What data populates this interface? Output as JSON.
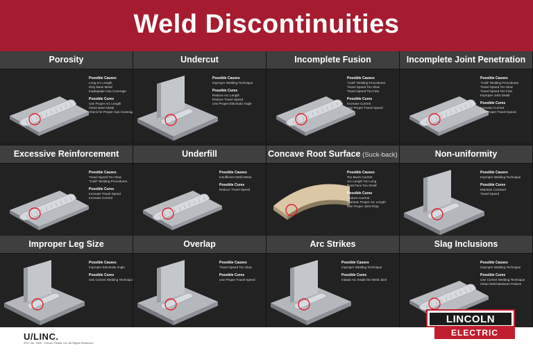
{
  "title": "Weld Discontinuities",
  "colors": {
    "brand_red": "#a51c30",
    "panel_dark": "#222222",
    "title_bar": "#3f3f3f",
    "marker_red": "#e0202c"
  },
  "cells": [
    {
      "title": "Porosity",
      "subtitle": "",
      "illustration": "plate-bead-icon",
      "causes_label": "Possible Causes",
      "causes": [
        "Long Arc Length",
        "Dirty Base Metal",
        "Inadequate Gas Coverage"
      ],
      "cures_label": "Possible Cures",
      "cures": [
        "Use Proper Arc Length",
        "Clean Base Metal",
        "Check for Proper Gas Coverage"
      ]
    },
    {
      "title": "Undercut",
      "subtitle": "",
      "illustration": "fillet-joint-icon",
      "causes_label": "Possible Causes",
      "causes": [
        "Improper Welding Technique"
      ],
      "cures_label": "Possible Cures",
      "cures": [
        "Reduce Arc Length",
        "Reduce Travel Speed",
        "Use Proper Electrode Angle"
      ]
    },
    {
      "title": "Incomplete Fusion",
      "subtitle": "",
      "illustration": "plate-bead-icon",
      "causes_label": "Possible Causes",
      "causes": [
        "\"Cold\" Welding Procedures",
        "Travel Speed Too Slow",
        "Travel Speed Too Fast"
      ],
      "cures_label": "Possible Cures",
      "cures": [
        "Increase Current",
        "Use Proper Travel Speed"
      ]
    },
    {
      "title": "Incomplete Joint Penetration",
      "subtitle": "",
      "illustration": "plate-bead-icon",
      "causes_label": "Possible Causes",
      "causes": [
        "\"Cold\" Welding Procedures",
        "Travel Speed Too Slow",
        "Travel Speed Too Fast",
        "Improper Joint Detail"
      ],
      "cures_label": "Possible Cures",
      "cures": [
        "Increase Current",
        "Use Proper Travel Speed"
      ]
    },
    {
      "title": "Excessive Reinforcement",
      "subtitle": "",
      "illustration": "plate-bead-icon",
      "causes_label": "Possible Causes",
      "causes": [
        "Travel Speed Too Slow",
        "\"Cold\" Welding Procedures"
      ],
      "cures_label": "Possible Cures",
      "cures": [
        "Increase Travel Speed",
        "Increase Current"
      ]
    },
    {
      "title": "Underfill",
      "subtitle": "",
      "illustration": "plate-bead-icon",
      "causes_label": "Possible Causes",
      "causes": [
        "Insufficient Weld Metal"
      ],
      "cures_label": "Possible Cures",
      "cures": [
        "Reduce Travel Speed"
      ]
    },
    {
      "title": "Concave Root Surface",
      "subtitle": "(Suck-back)",
      "illustration": "pipe-root-icon",
      "causes_label": "Possible Causes",
      "causes": [
        "Too Much Current",
        "Arc Length Too Long",
        "Root Face Too Small"
      ],
      "cures_label": "Possible Cures",
      "cures": [
        "Reduce Current",
        "Maintain Proper Arc Length",
        "Use Proper Joint Fitup"
      ]
    },
    {
      "title": "Non-uniformity",
      "subtitle": "",
      "illustration": "fillet-joint-icon",
      "causes_label": "Possible Causes",
      "causes": [
        "Improper Welding Technique"
      ],
      "cures_label": "Possible Cures",
      "cures": [
        "Maintain Constant",
        "Travel Speed"
      ]
    },
    {
      "title": "Improper Leg Size",
      "subtitle": "",
      "illustration": "fillet-joint-icon",
      "causes_label": "Possible Causes",
      "causes": [
        "Improper Electrode Angle"
      ],
      "cures_label": "Possible Cures",
      "cures": [
        "Use Correct Welding Technique"
      ]
    },
    {
      "title": "Overlap",
      "subtitle": "",
      "illustration": "fillet-joint-icon",
      "causes_label": "Possible Causes",
      "causes": [
        "Travel Speed Too Slow"
      ],
      "cures_label": "Possible Cures",
      "cures": [
        "Use Proper Travel Speed"
      ]
    },
    {
      "title": "Arc Strikes",
      "subtitle": "",
      "illustration": "fillet-joint-icon",
      "causes_label": "Possible Causes",
      "causes": [
        "Improper Welding Technique"
      ],
      "cures_label": "Possible Cures",
      "cures": [
        "Initiate Arc Inside the Weld Joint"
      ]
    },
    {
      "title": "Slag Inclusions",
      "subtitle": "",
      "illustration": "plate-bead-icon",
      "causes_label": "Possible Causes",
      "causes": [
        "Improper Welding Technique"
      ],
      "cures_label": "Possible Cures",
      "cures": [
        "Use Correct Welding Technique",
        "Clean Weld Between Passes"
      ]
    }
  ],
  "footer": {
    "ulinc_logo": "U/LINC.",
    "copyright": "2017 No. 2825 - Lincoln Global, Inc. All Rights Reserved.",
    "brand_top": "LINCOLN",
    "brand_bottom": "ELECTRIC"
  }
}
